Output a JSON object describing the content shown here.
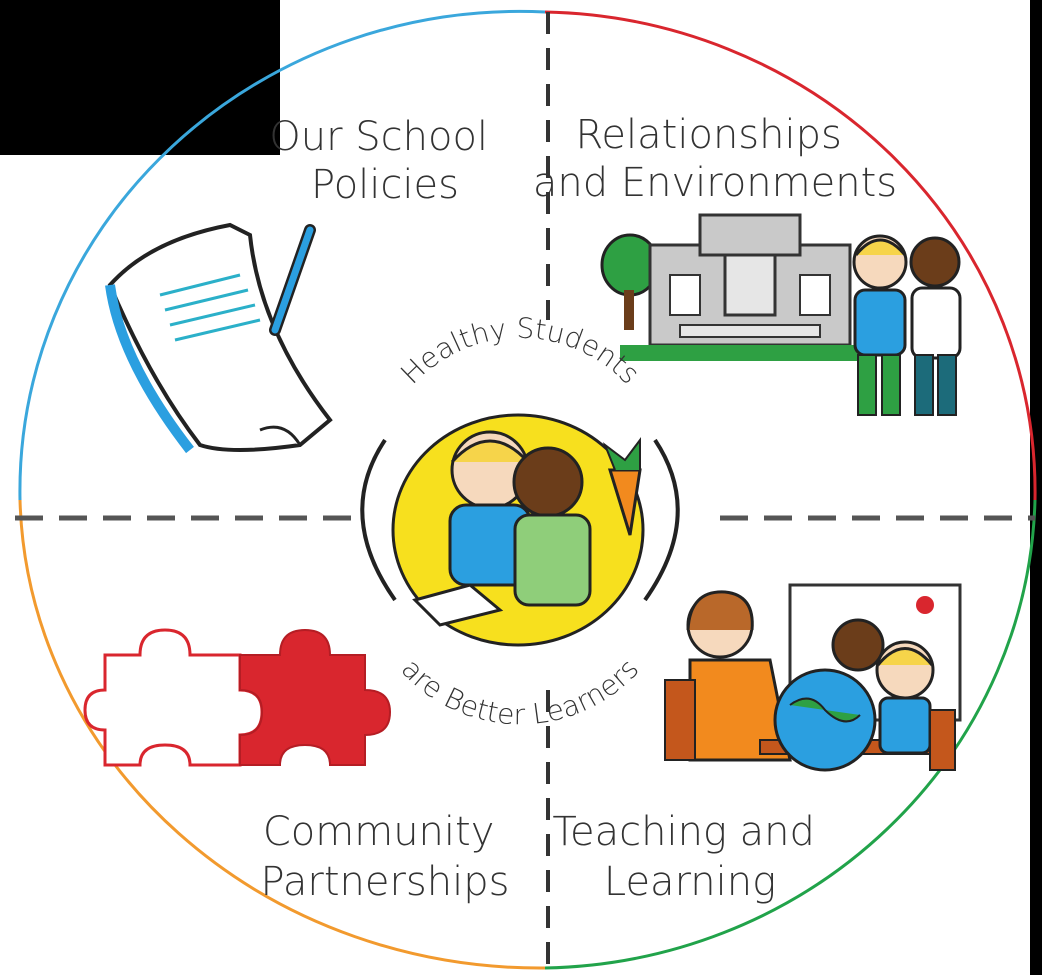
{
  "quadrants": {
    "top_left": {
      "lines": [
        "Our School",
        "Policies"
      ]
    },
    "top_right": {
      "lines": [
        "Relationships",
        "and Environments"
      ]
    },
    "bottom_left": {
      "lines": [
        "Community",
        "Partnerships"
      ]
    },
    "bottom_right": {
      "lines": [
        "Teaching and",
        "Learning"
      ]
    }
  },
  "center": {
    "arc_top": "Healthy Students",
    "arc_bottom": "are Better Learners"
  },
  "colors": {
    "top_left_arc": "#3aa7dc",
    "top_right_arc": "#d9262e",
    "bottom_left_arc": "#f29a2e",
    "bottom_right_arc": "#21a34a",
    "center_circle": "#f7e01e",
    "puzzle_red": "#d9262e"
  }
}
